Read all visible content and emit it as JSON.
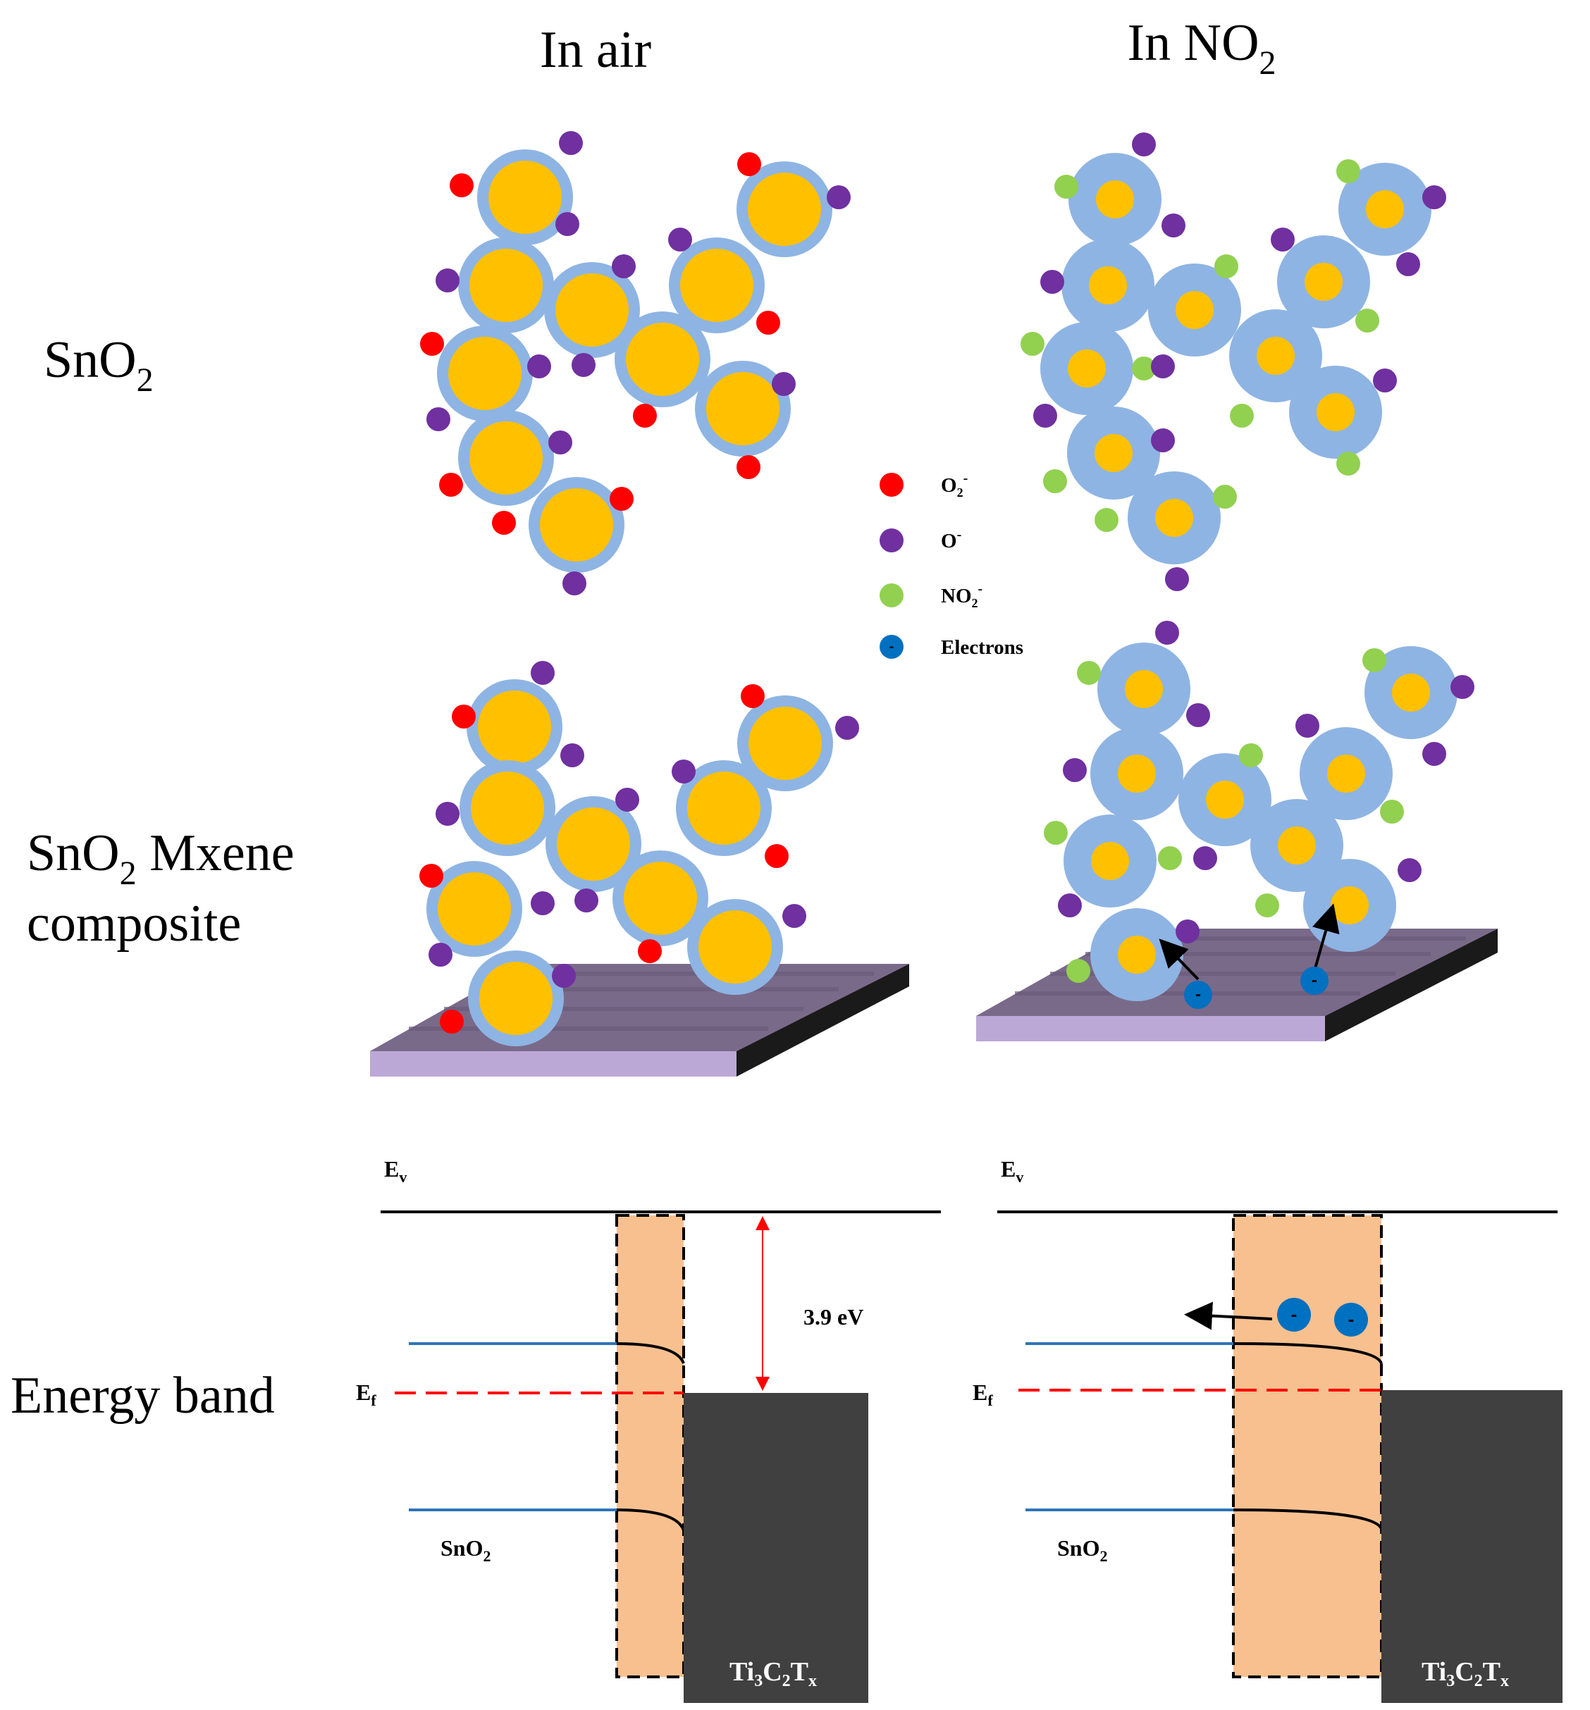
{
  "columns": {
    "air": "In air",
    "no2": "In NO",
    "no2_sub": "2"
  },
  "rows": {
    "sno2": {
      "main": "SnO",
      "sub": "2"
    },
    "composite": {
      "line1_main": "SnO",
      "line1_sub": "2",
      "line1_rest": " Mxene",
      "line2": "composite"
    },
    "energy": "Energy band"
  },
  "legend": [
    {
      "name": "o2-minus",
      "label_main": "O",
      "label_sub": "2",
      "label_sup": "-",
      "color": "#ff0000"
    },
    {
      "name": "o-minus",
      "label_main": "O",
      "label_sub": "",
      "label_sup": "-",
      "color": "#7030a0"
    },
    {
      "name": "no2-minus",
      "label_main": "NO",
      "label_sub": "2",
      "label_sup": "-",
      "color": "#92d050"
    },
    {
      "name": "electrons",
      "label_main": "Electrons",
      "label_sub": "",
      "label_sup": "",
      "color": "#0070c0",
      "symbol": "-"
    }
  ],
  "colors": {
    "shell": "#8eb4e3",
    "core": "#ffc000",
    "barrier": "#f8c08f",
    "metal": "#404040",
    "fermi": "#ff0000",
    "band": "#2e75b6",
    "substrate_top": "#7a6a8a",
    "substrate_side": "#bca8d6"
  },
  "band_left": {
    "ev": {
      "main": "E",
      "sub": "v"
    },
    "ef": {
      "main": "E",
      "sub": "f"
    },
    "gap": "3.9 eV",
    "sno2": {
      "main": "SnO",
      "sub": "2"
    },
    "metal": {
      "a": "Ti",
      "a_sub": "3",
      "b": "C",
      "b_sub": "2",
      "c": "T",
      "c_sub": "x"
    }
  },
  "band_right": {
    "ev": {
      "main": "E",
      "sub": "v"
    },
    "ef": {
      "main": "E",
      "sub": "f"
    },
    "sno2": {
      "main": "SnO",
      "sub": "2"
    },
    "metal": {
      "a": "Ti",
      "a_sub": "3",
      "b": "C",
      "b_sub": "2",
      "c": "T",
      "c_sub": "x"
    },
    "electron_symbol": "-"
  }
}
